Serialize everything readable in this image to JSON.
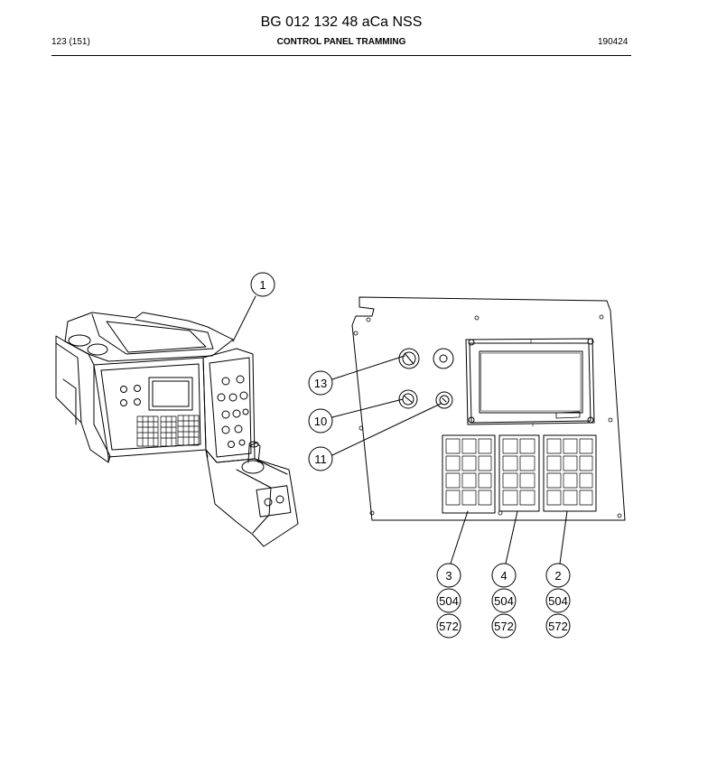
{
  "header": {
    "title": "BG 012 132 48 aCa NSS",
    "page": "123 (151)",
    "section": "CONTROL PANEL TRAMMING",
    "date": "190424"
  },
  "callouts": {
    "c1": "1",
    "c13": "13",
    "c10": "10",
    "c11": "11",
    "c3": "3",
    "c4": "4",
    "c2": "2",
    "c504a": "504",
    "c504b": "504",
    "c504c": "504",
    "c572a": "572",
    "c572b": "572",
    "c572c": "572"
  }
}
